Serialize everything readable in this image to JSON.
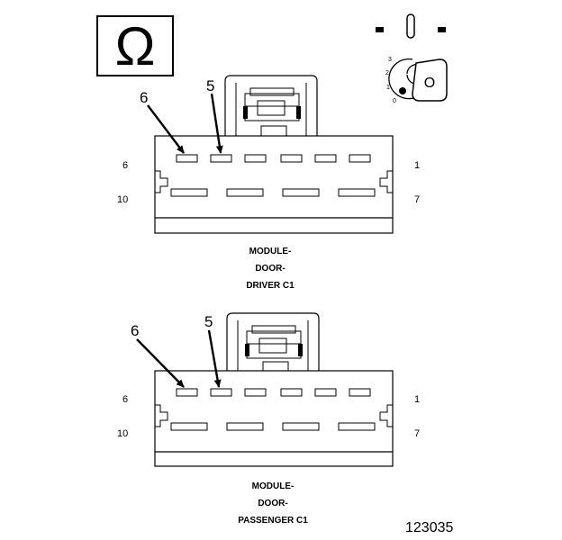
{
  "ohm_symbol": "Ω",
  "key_symbol": {
    "positions": [
      "3",
      "2",
      "1",
      "0"
    ],
    "key_label": "O"
  },
  "connectors": [
    {
      "pin_top_left": "6",
      "pin_top_right": "1",
      "pin_bottom_left": "10",
      "pin_bottom_right": "7",
      "callout_a": "6",
      "callout_b": "5",
      "caption_lines": [
        "MODULE-",
        "DOOR-",
        "DRIVER C1"
      ]
    },
    {
      "pin_top_left": "6",
      "pin_top_right": "1",
      "pin_bottom_left": "10",
      "pin_bottom_right": "7",
      "callout_a": "6",
      "callout_b": "5",
      "caption_lines": [
        "MODULE-",
        "DOOR-",
        "PASSENGER C1"
      ]
    }
  ],
  "figure_number": "123035"
}
